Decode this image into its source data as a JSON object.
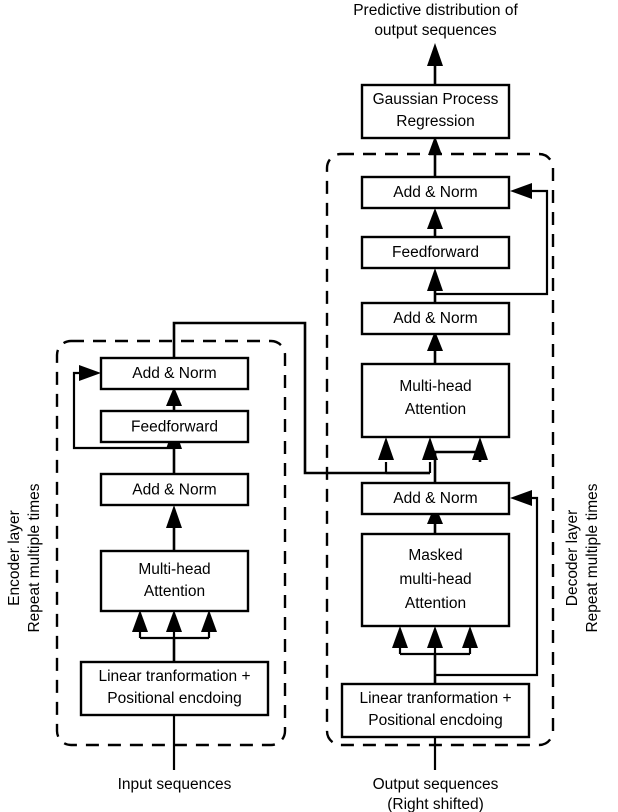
{
  "diagram": {
    "title": "Transformer encoder-decoder with Gaussian Process Regression head",
    "colors": {
      "background": "#ffffff",
      "stroke": "#000000",
      "box_fill": "#ffffff",
      "text": "#000000"
    }
  },
  "top": {
    "output_caption_line1": "Predictive distribution of",
    "output_caption_line2": "output sequences",
    "gp_box_line1": "Gaussian Process",
    "gp_box_line2": "Regression"
  },
  "encoder": {
    "side_label_line1": "Encoder layer",
    "side_label_line2": "Repeat multiple times",
    "bottom_caption": "Input sequences",
    "blocks": [
      {
        "name": "add-norm-top",
        "label": "Add & Norm"
      },
      {
        "name": "feedforward",
        "label": "Feedforward"
      },
      {
        "name": "add-norm-bottom",
        "label": "Add & Norm"
      },
      {
        "name": "multi-head-attention",
        "label_line1": "Multi-head",
        "label_line2": "Attention"
      },
      {
        "name": "embedding",
        "label_line1": "Linear tranformation +",
        "label_line2": "Positional encdoing"
      }
    ]
  },
  "decoder": {
    "side_label_line1": "Decoder layer",
    "side_label_line2": "Repeat multiple times",
    "bottom_caption_line1": "Output sequences",
    "bottom_caption_line2": "(Right shifted)",
    "blocks": [
      {
        "name": "add-norm-top",
        "label": "Add & Norm"
      },
      {
        "name": "feedforward",
        "label": "Feedforward"
      },
      {
        "name": "add-norm-middle",
        "label": "Add & Norm"
      },
      {
        "name": "multi-head-attention",
        "label_line1": "Multi-head",
        "label_line2": "Attention"
      },
      {
        "name": "add-norm-bottom",
        "label": "Add & Norm"
      },
      {
        "name": "masked-multi-head-attention",
        "label_line1": "Masked",
        "label_line2": "multi-head",
        "label_line3": "Attention"
      },
      {
        "name": "embedding",
        "label_line1": "Linear tranformation +",
        "label_line2": "Positional encdoing"
      }
    ]
  }
}
